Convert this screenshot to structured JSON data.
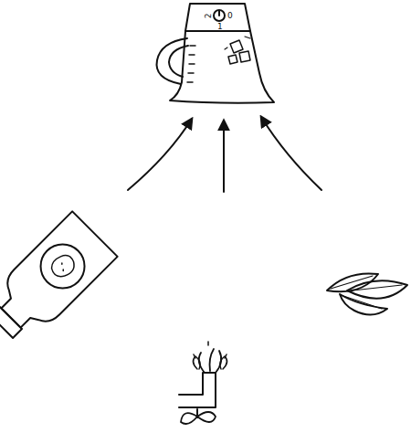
{
  "diagram": {
    "labels": [
      "2",
      "1",
      "0"
    ]
  }
}
